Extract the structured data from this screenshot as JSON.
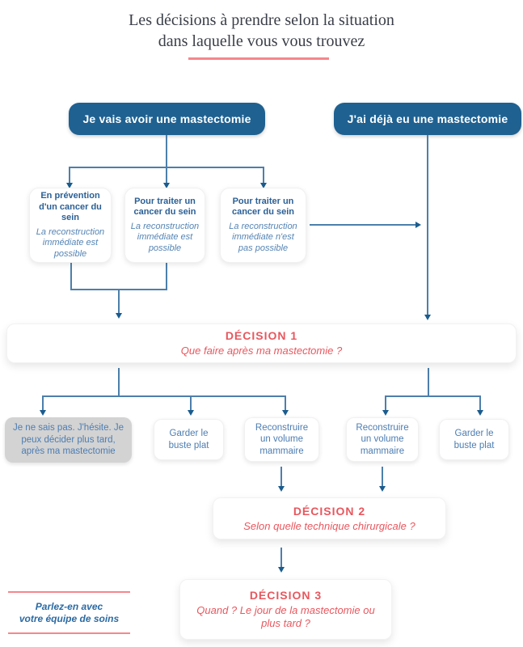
{
  "title": {
    "line1": "Les décisions à prendre selon la situation",
    "line2": "dans laquelle vous vous trouvez"
  },
  "top_buttons": {
    "will_have": "Je vais avoir une mastectomie",
    "already_had": "J'ai déjà eu une mastectomie"
  },
  "situations": [
    {
      "title": "En prévention d'un cancer du sein",
      "subtitle": "La reconstruction immédiate est possible"
    },
    {
      "title": "Pour traiter un cancer du sein",
      "subtitle": "La reconstruction immédiate est possible"
    },
    {
      "title": "Pour traiter un cancer du sein",
      "subtitle": "La reconstruction immédiate n'est pas possible"
    }
  ],
  "decisions": [
    {
      "title": "DÉCISION 1",
      "question": "Que faire après ma mastectomie ?"
    },
    {
      "title": "DÉCISION 2",
      "question": "Selon quelle technique chirurgicale ?"
    },
    {
      "title": "DÉCISION 3",
      "question": "Quand ? Le jour de la mastectomie ou plus tard ?"
    }
  ],
  "options": {
    "undecided": "Je ne sais pas. J'hésite. Je peux décider plus tard, après ma mastectomie",
    "flat_left": "Garder le buste plat",
    "rebuild_left": "Reconstruire un volume mammaire",
    "rebuild_right": "Reconstruire un volume mammaire",
    "flat_right": "Garder le buste plat"
  },
  "note": {
    "line1": "Parlez-en avec",
    "line2": "votre équipe de soins"
  },
  "colors": {
    "primary_blue": "#1f6191",
    "connector_blue": "#4d7fab",
    "box_title_blue": "#2c6095",
    "box_subtitle_blue": "#5585b5",
    "option_text_blue": "#4d7db2",
    "accent_red": "#e8575e",
    "underline_red": "#f5878b",
    "undecided_gray": "#d3d3d3",
    "title_dark": "#3a3e48"
  }
}
